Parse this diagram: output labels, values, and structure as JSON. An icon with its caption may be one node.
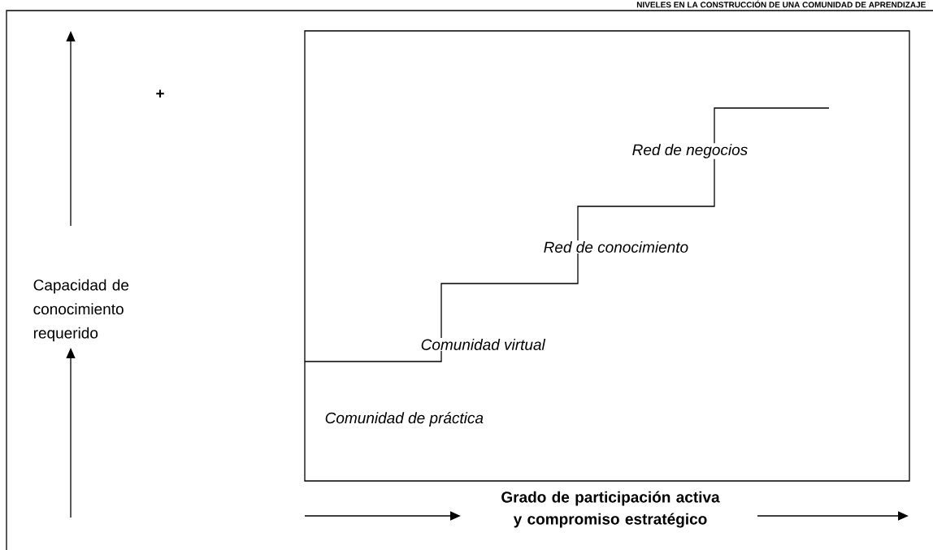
{
  "diagram": {
    "title": "NIVELES EN LA CONSTRUCCIÓN DE UNA COMUNIDAD DE APRENDIZAJE",
    "labels": [
      "+",
      "Capacidad de conocimiento requerido",
      "Red de negocios",
      "Red de conocimiento",
      "Comunidad virtual",
      "Comunidad de práctica",
      "Grado de participación activa y compromiso estratégico"
    ]
  }
}
